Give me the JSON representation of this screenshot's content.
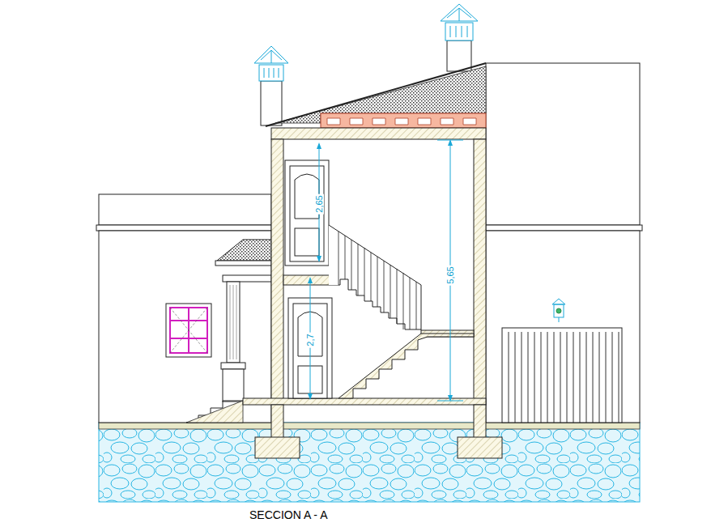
{
  "diagram": {
    "caption": "SECCION A - A",
    "labels": [
      "2,65",
      "5,65",
      "2,7"
    ]
  }
}
